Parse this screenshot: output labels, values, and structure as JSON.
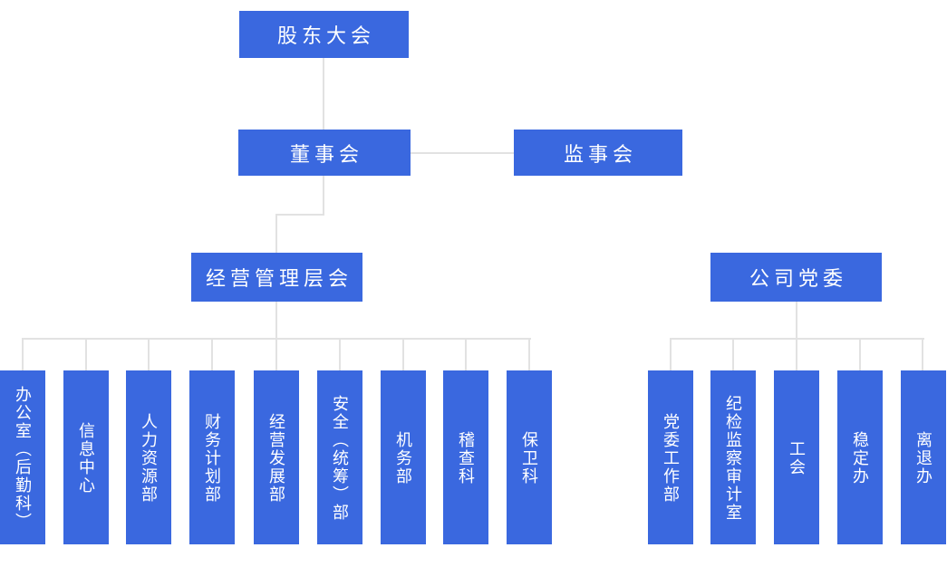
{
  "org_chart": {
    "shareholders_meeting": "股东大会",
    "board_of_directors": "董事会",
    "supervisory_board": "监事会",
    "management_committee": "经营管理层会",
    "party_committee": "公司党委",
    "management_departments": [
      "办公室（后勤科）",
      "信息中心",
      "人力资源部",
      "财务计划部",
      "经营发展部",
      "安全（统筹）部",
      "机务部",
      "稽查科",
      "保卫科"
    ],
    "party_departments": [
      "党委工作部",
      "纪检监察审计室",
      "工会",
      "稳定办",
      "离退办"
    ]
  },
  "colors": {
    "node_fill": "#3a68df",
    "node_text": "#ffffff",
    "connector": "#e2e2e2",
    "background": "#ffffff"
  }
}
